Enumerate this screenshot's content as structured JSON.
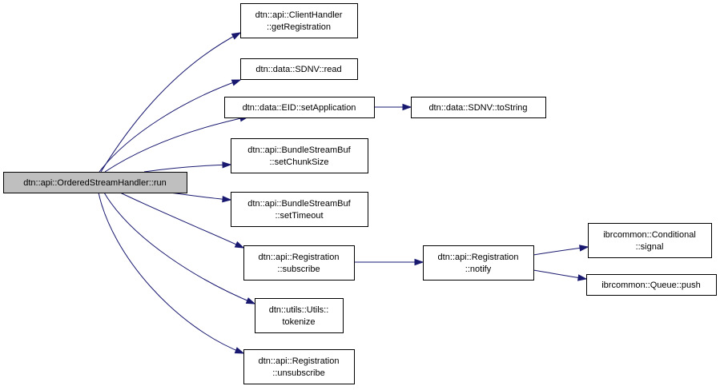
{
  "graph": {
    "nodes": [
      {
        "id": "run",
        "root": true,
        "lines": [
          "dtn::api::OrderedStreamHandler::run"
        ]
      },
      {
        "id": "getRegistration",
        "lines": [
          "dtn::api::ClientHandler",
          "::getRegistration"
        ]
      },
      {
        "id": "sdnvRead",
        "lines": [
          "dtn::data::SDNV::read"
        ]
      },
      {
        "id": "setApplication",
        "lines": [
          "dtn::data::EID::setApplication"
        ]
      },
      {
        "id": "sdnvToString",
        "lines": [
          "dtn::data::SDNV::toString"
        ]
      },
      {
        "id": "setChunkSize",
        "lines": [
          "dtn::api::BundleStreamBuf",
          "::setChunkSize"
        ]
      },
      {
        "id": "setTimeout",
        "lines": [
          "dtn::api::BundleStreamBuf",
          "::setTimeout"
        ]
      },
      {
        "id": "subscribe",
        "lines": [
          "dtn::api::Registration",
          "::subscribe"
        ]
      },
      {
        "id": "notify",
        "lines": [
          "dtn::api::Registration",
          "::notify"
        ]
      },
      {
        "id": "signal",
        "lines": [
          "ibrcommon::Conditional",
          "::signal"
        ]
      },
      {
        "id": "push",
        "lines": [
          "ibrcommon::Queue::push"
        ]
      },
      {
        "id": "tokenize",
        "lines": [
          "dtn::utils::Utils::",
          "tokenize"
        ]
      },
      {
        "id": "unsubscribe",
        "lines": [
          "dtn::api::Registration",
          "::unsubscribe"
        ]
      }
    ],
    "edges": [
      {
        "from": "run",
        "to": "getRegistration"
      },
      {
        "from": "run",
        "to": "sdnvRead"
      },
      {
        "from": "run",
        "to": "setApplication"
      },
      {
        "from": "setApplication",
        "to": "sdnvToString"
      },
      {
        "from": "run",
        "to": "setChunkSize"
      },
      {
        "from": "run",
        "to": "setTimeout"
      },
      {
        "from": "run",
        "to": "subscribe"
      },
      {
        "from": "subscribe",
        "to": "notify"
      },
      {
        "from": "notify",
        "to": "signal"
      },
      {
        "from": "notify",
        "to": "push"
      },
      {
        "from": "run",
        "to": "tokenize"
      },
      {
        "from": "run",
        "to": "unsubscribe"
      }
    ]
  }
}
